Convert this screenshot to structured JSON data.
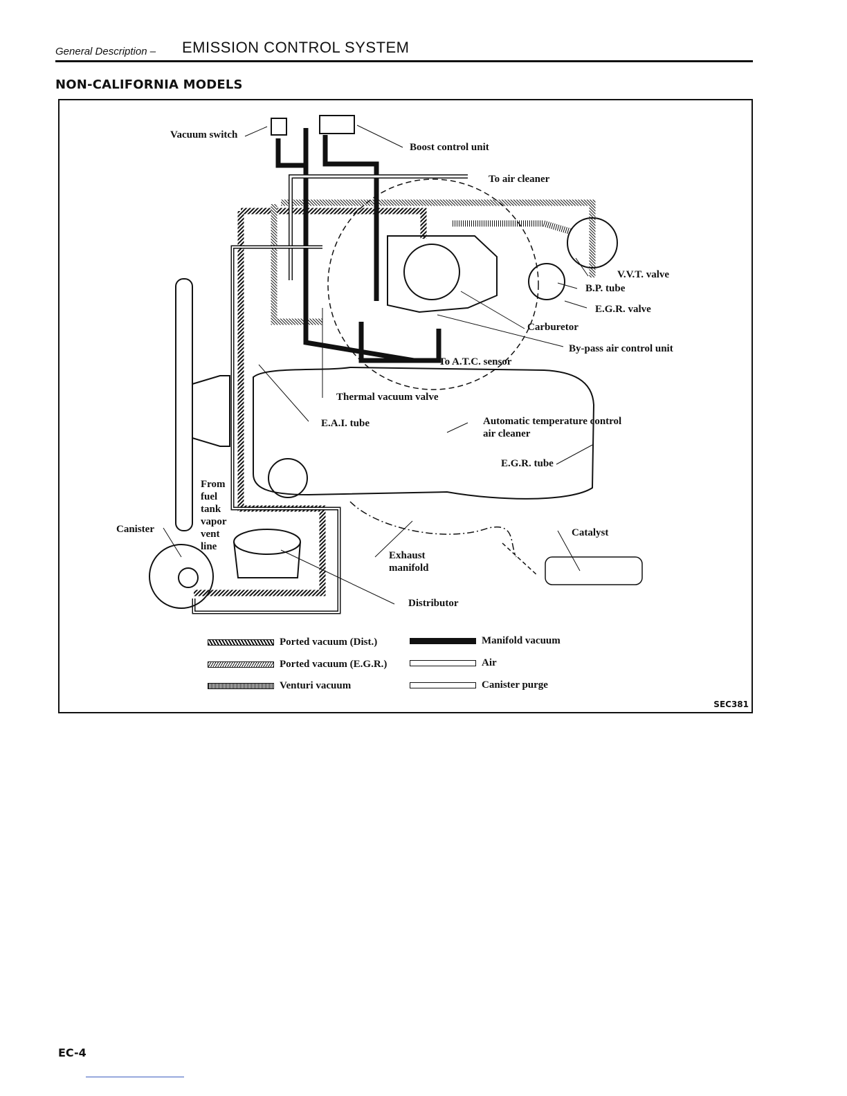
{
  "header": {
    "section": "General Description –",
    "title": "EMISSION CONTROL SYSTEM"
  },
  "subheading": "NON-CALIFORNIA MODELS",
  "figure": {
    "code": "SEC381",
    "labels": {
      "vacuum_switch": "Vacuum switch",
      "boost_control_unit": "Boost control unit",
      "to_air_cleaner": "To air cleaner",
      "vvt_valve": "V.V.T. valve",
      "bp_tube": "B.P. tube",
      "egr_valve": "E.G.R. valve",
      "carburetor": "Carburetor",
      "bypass_air_control_unit": "By-pass air control unit",
      "to_atc_sensor": "To A.T.C. sensor",
      "thermal_vacuum_valve": "Thermal vacuum valve",
      "eai_tube": "E.A.I. tube",
      "atc_air_cleaner": "Automatic temperature control\nair cleaner",
      "egr_tube": "E.G.R. tube",
      "fuel_vapor_line": "From\nfuel\ntank\nvapor\nvent\nline",
      "canister": "Canister",
      "catalyst": "Catalyst",
      "exhaust_manifold": "Exhaust\nmanifold",
      "distributor": "Distributor"
    },
    "legend": [
      {
        "key": "ported_vacuum_dist",
        "label": "Ported vacuum (Dist.)"
      },
      {
        "key": "manifold_vacuum",
        "label": "Manifold vacuum"
      },
      {
        "key": "ported_vacuum_egr",
        "label": "Ported vacuum (E.G.R.)"
      },
      {
        "key": "air",
        "label": "Air"
      },
      {
        "key": "venturi_vacuum",
        "label": "Venturi vacuum"
      },
      {
        "key": "canister_purge",
        "label": "Canister purge"
      }
    ]
  },
  "page_number": "EC-4"
}
